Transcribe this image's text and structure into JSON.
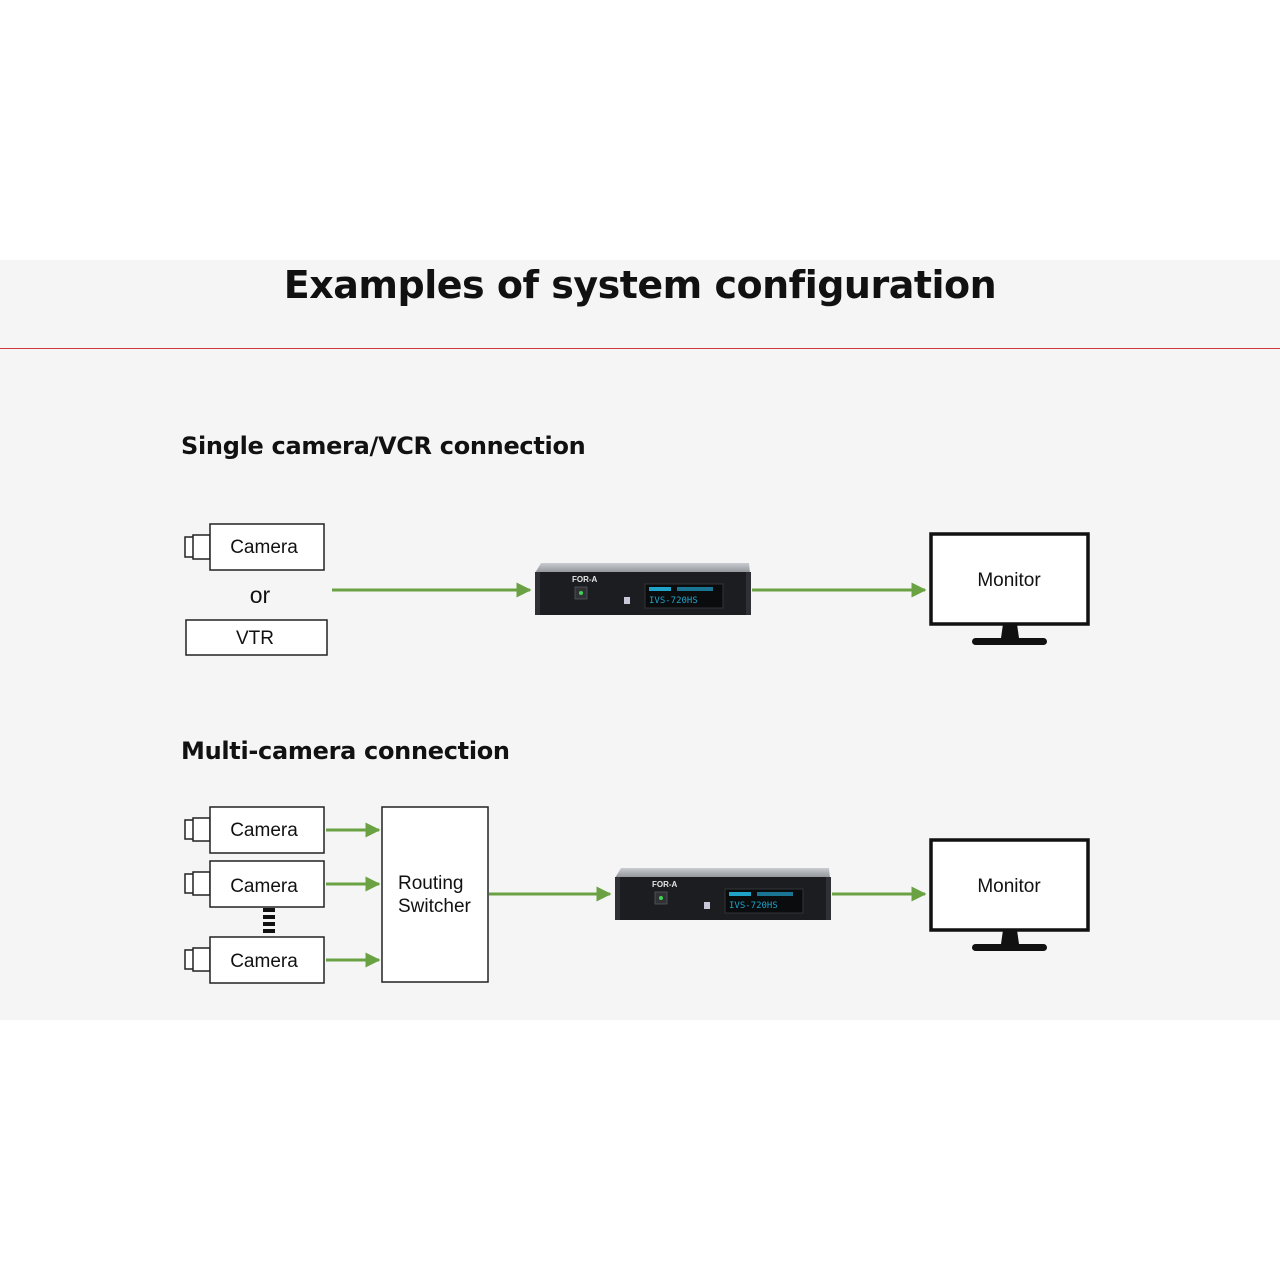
{
  "title": "Examples of system configuration",
  "colors": {
    "panel": "#f5f5f5",
    "divider": "#d0393b",
    "arrow": "#6aa142",
    "box_stroke": "#222222"
  },
  "single": {
    "heading": "Single camera/VCR connection",
    "camera": "Camera",
    "or": "or",
    "vtr": "VTR",
    "monitor": "Monitor"
  },
  "multi": {
    "heading": "Multi-camera connection",
    "cameras": [
      "Camera",
      "Camera",
      "Camera"
    ],
    "switcher_line1": "Routing",
    "switcher_line2": "Switcher",
    "monitor": "Monitor"
  },
  "device": {
    "brand": "FOR-A",
    "model": "IVS-720HS",
    "icon": "rack-unit-icon"
  }
}
